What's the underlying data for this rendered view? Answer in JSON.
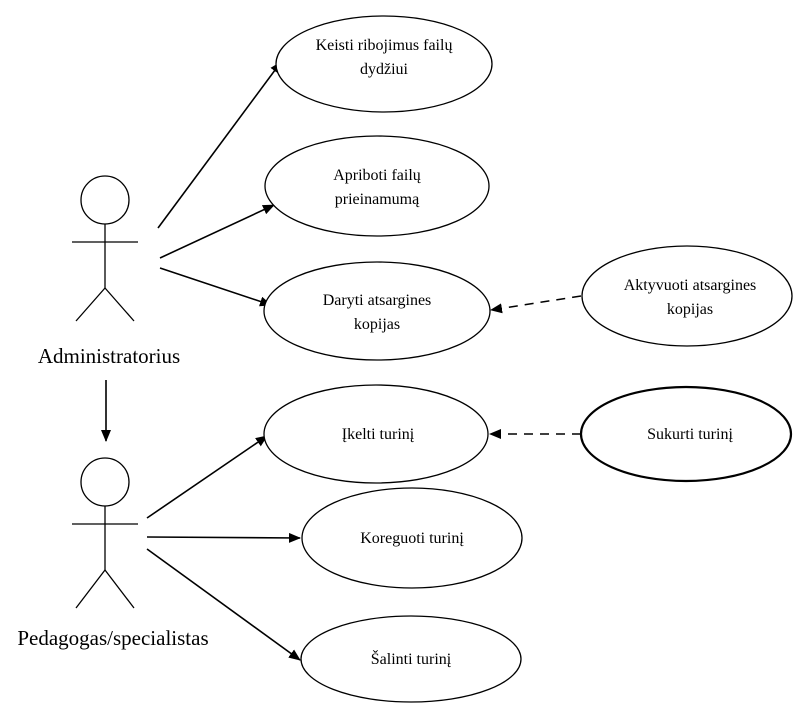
{
  "actors": [
    {
      "id": "admin",
      "label": "Administratorius"
    },
    {
      "id": "teacher",
      "label": "Pedagogas/specialistas"
    }
  ],
  "use_cases": [
    {
      "id": "uc1",
      "lines": [
        "Keisti ribojimus failų",
        "dydžiui"
      ]
    },
    {
      "id": "uc2",
      "lines": [
        "Apriboti failų",
        "prieinamumą"
      ]
    },
    {
      "id": "uc3",
      "lines": [
        "Daryti atsargines",
        "kopijas"
      ]
    },
    {
      "id": "uc4",
      "lines": [
        "Aktyvuoti atsargines",
        "kopijas"
      ]
    },
    {
      "id": "uc5",
      "lines": [
        "Įkelti turinį"
      ]
    },
    {
      "id": "uc6",
      "lines": [
        "Sukurti turinį"
      ]
    },
    {
      "id": "uc7",
      "lines": [
        "Koreguoti turinį"
      ]
    },
    {
      "id": "uc8",
      "lines": [
        "Šalinti turinį"
      ]
    }
  ],
  "associations": [
    {
      "from": "admin",
      "to": "uc1",
      "style": "solid"
    },
    {
      "from": "admin",
      "to": "uc2",
      "style": "solid"
    },
    {
      "from": "admin",
      "to": "uc3",
      "style": "solid"
    },
    {
      "from": "uc4",
      "to": "uc3",
      "style": "dashed"
    },
    {
      "from": "admin",
      "to": "teacher",
      "style": "solid"
    },
    {
      "from": "teacher",
      "to": "uc5",
      "style": "solid"
    },
    {
      "from": "uc6",
      "to": "uc5",
      "style": "dashed"
    },
    {
      "from": "teacher",
      "to": "uc7",
      "style": "solid"
    },
    {
      "from": "teacher",
      "to": "uc8",
      "style": "solid"
    }
  ]
}
